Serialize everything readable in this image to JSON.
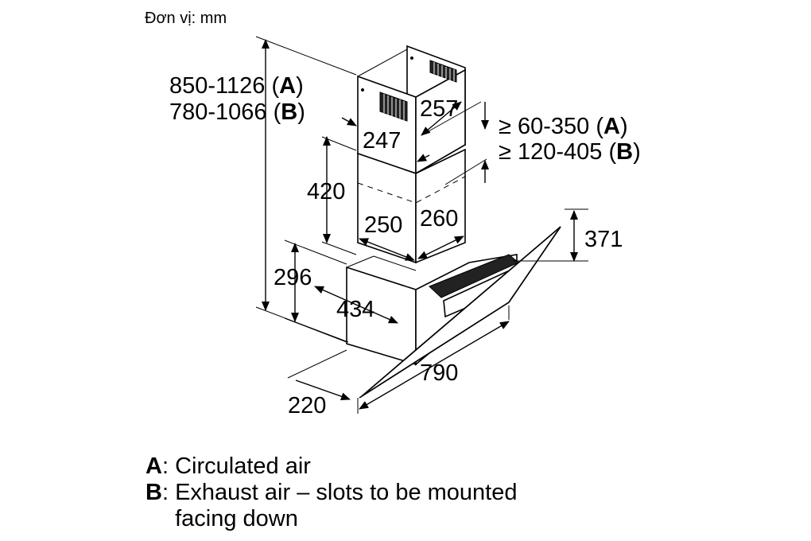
{
  "unit_label": "Đơn vị: mm",
  "dimensions": {
    "total_height_a": "850-1126",
    "total_height_a_suffix": "A",
    "total_height_b": "780-1066",
    "total_height_b_suffix": "B",
    "chimney_upper_width": "257",
    "chimney_upper_depth": "247",
    "clearance_a": "≥ 60-350",
    "clearance_a_suffix": "A",
    "clearance_b": "≥ 120-405",
    "clearance_b_suffix": "B",
    "chimney_lower_height": "420",
    "chimney_lower_width": "250",
    "chimney_lower_depth": "260",
    "glass_height": "371",
    "body_height": "296",
    "body_depth": "434",
    "width": "790",
    "glass_depth": "220"
  },
  "legend": [
    {
      "key": "A",
      "description": "Circulated air"
    },
    {
      "key": "B",
      "description": "Exhaust air – slots to be mounted facing down"
    }
  ]
}
